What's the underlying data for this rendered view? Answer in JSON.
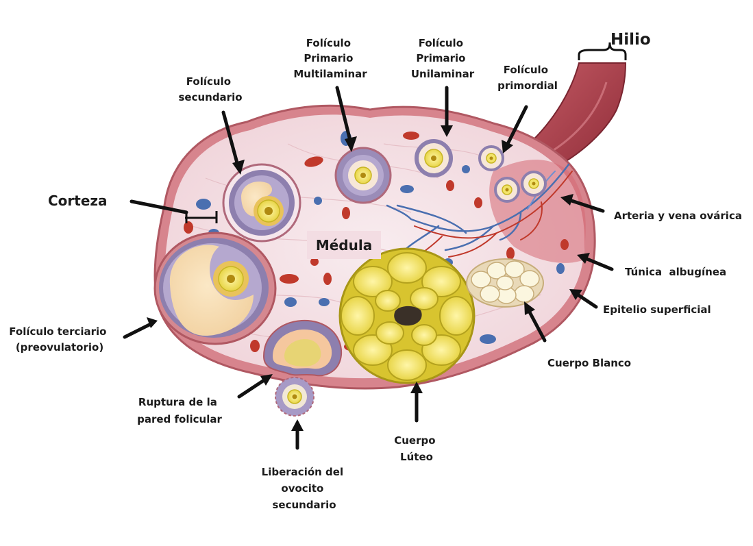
{
  "colors": {
    "tissue": "#f3dfe3",
    "tissue_edge": "#d78f96",
    "capsule": "#c9656f",
    "hilum": "#b8434f",
    "yellow": "#f2e46a",
    "yellow_dark": "#c8b623",
    "granulosa": "#8d7fae",
    "vessel_red": "#c0392b",
    "vessel_blue": "#4a6fb0",
    "label": "#1b1b1b"
  },
  "labels": {
    "hilio": "Hilio",
    "foliculo_primario_multilaminar": [
      "Folículo",
      "Primario",
      "Multilaminar"
    ],
    "foliculo_primario_unilaminar": [
      "Folículo",
      "Primario",
      "Unilaminar"
    ],
    "foliculo_primordial": [
      "Folículo",
      "primordial"
    ],
    "foliculo_secundario": [
      "Folículo",
      "secundario"
    ],
    "corteza": "Corteza",
    "medula": "Médula",
    "arteria_vena": "Arteria y vena ovárica",
    "tunica_albuginea": "Túnica  albugínea",
    "epitelio_superficial": "Epitelio superficial",
    "cuerpo_blanco": "Cuerpo Blanco",
    "foliculo_terciario": [
      "Folículo terciario",
      "(preovulatorio)"
    ],
    "ruptura": [
      "Ruptura de la",
      "pared folicular"
    ],
    "cuerpo_luteo": [
      "Cuerpo",
      "Lúteo"
    ],
    "liberacion": [
      "Liberación del",
      "ovocito",
      "secundario"
    ]
  }
}
